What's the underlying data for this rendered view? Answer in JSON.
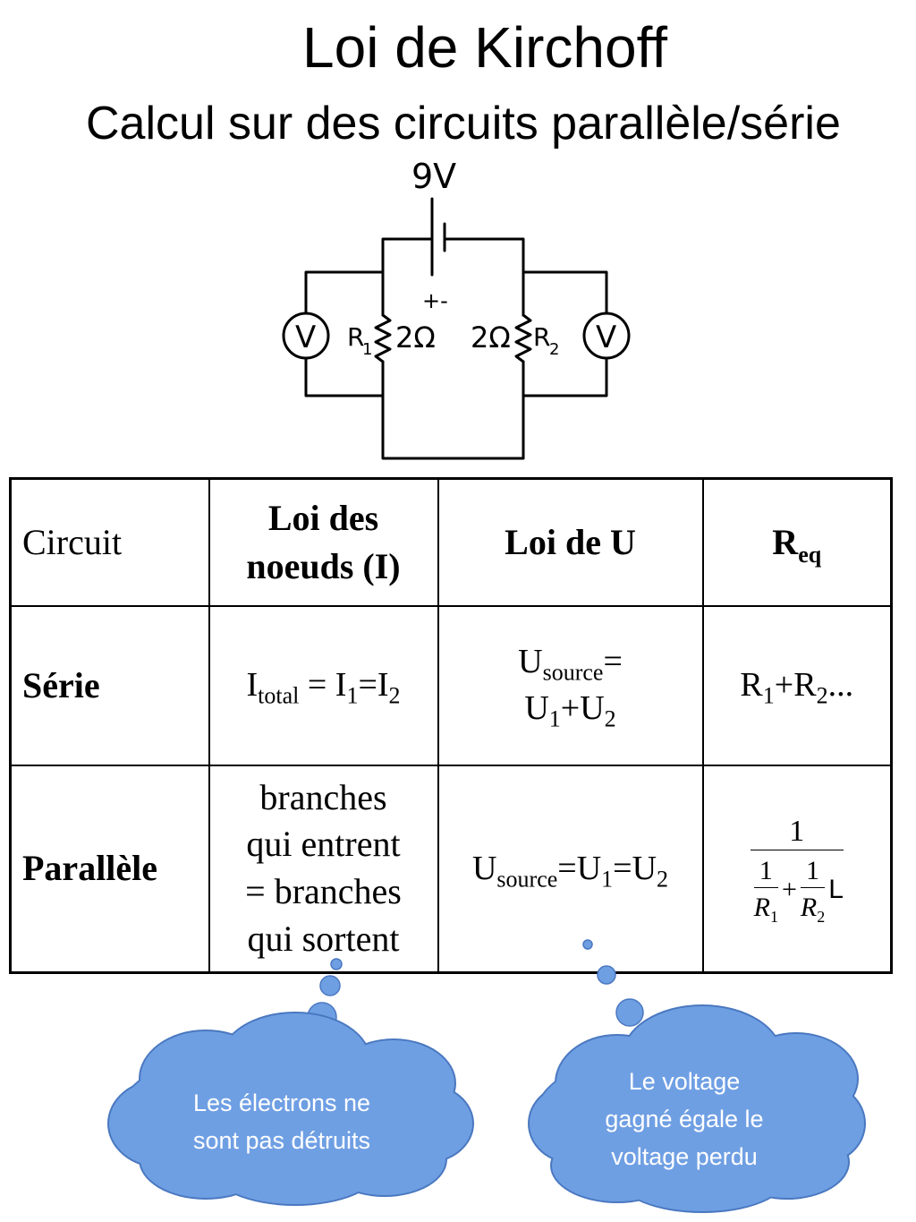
{
  "title": "Loi de Kirchoff",
  "subtitle": "Calcul sur des circuits parallèle/série",
  "circuit": {
    "voltage_label": "9V",
    "polarity_label": "+-",
    "meter_left": "V",
    "meter_right": "V",
    "r1_label": "R",
    "r1_sub": "1",
    "r1_value": "2Ω",
    "r2_label": "R",
    "r2_sub": "2",
    "r2_value": "2Ω"
  },
  "table": {
    "headers": {
      "circuit": "Circuit",
      "nodes_line1": "Loi des",
      "nodes_line2": "noeuds (I)",
      "u_law": "Loi de U",
      "req_main": "R",
      "req_sub": "eq"
    },
    "serie": {
      "label": "Série",
      "i_main": "I",
      "i_total_sub": "total",
      "i_eq": " = I",
      "i1_sub": "1",
      "i_eq2": "=I",
      "i2_sub": "2",
      "u_main": "U",
      "u_source_sub": "source",
      "u_eq": "=",
      "u1_main": "U",
      "u1_sub": "1",
      "u_plus": "+U",
      "u2_sub": "2",
      "r_main": "R",
      "r1_sub": "1",
      "r_plus": "+R",
      "r2_sub": "2",
      "r_tail": "..."
    },
    "parallele": {
      "label": "Parallèle",
      "nodes_lines": [
        "branches",
        "qui entrent",
        "= branches",
        "qui sortent"
      ],
      "u_main": "U",
      "u_source_sub": "source",
      "u_eq1": "=U",
      "u1_sub": "1",
      "u_eq2": "=U",
      "u2_sub": "2",
      "req_num": "1",
      "f1_num": "1",
      "f1_den": "R",
      "f1_sub": "1",
      "plus": "+",
      "f2_num": "1",
      "f2_den": "R",
      "f2_sub": "2",
      "ellipsis": "L"
    }
  },
  "bubbles": {
    "left_lines": [
      "Les électrons ne",
      "sont pas détruits"
    ],
    "right_lines": [
      "Le voltage",
      "gagné égale le",
      "voltage perdu"
    ],
    "fill_color": "#6f9fe3",
    "stroke_color": "#4a78c0"
  }
}
